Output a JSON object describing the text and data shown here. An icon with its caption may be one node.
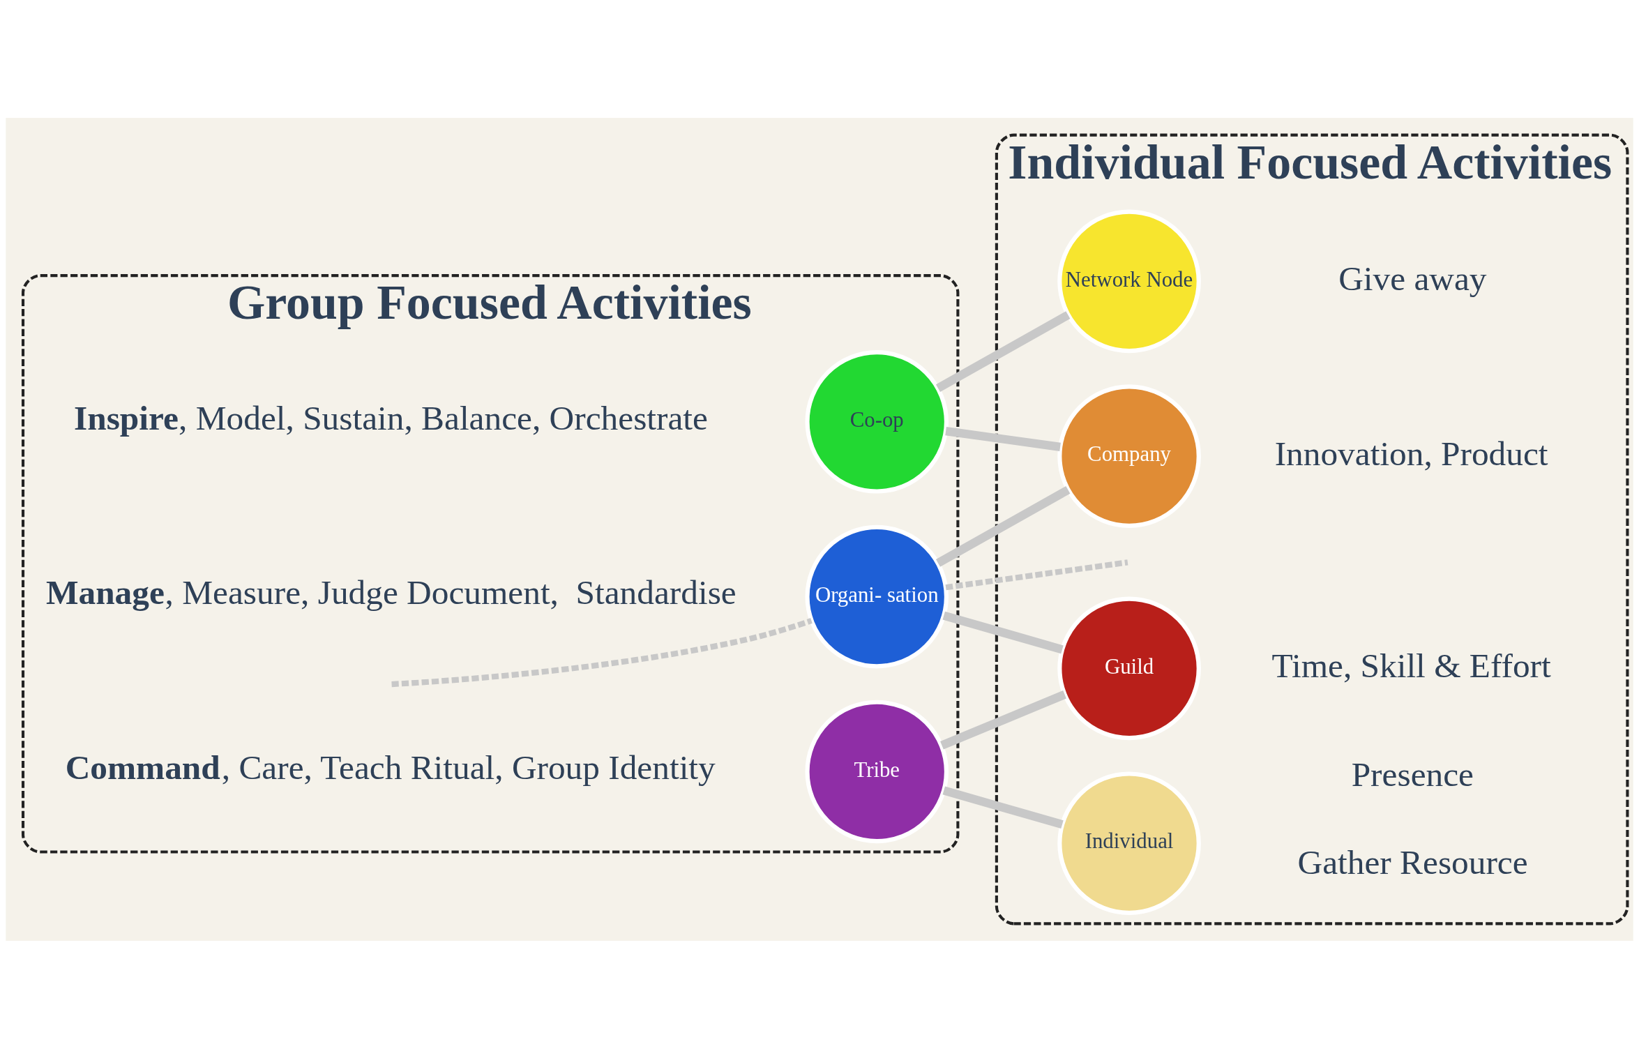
{
  "diagram": {
    "nodes": [
      {
        "text": [
          "Group Focused Activities"
        ]
      },
      {
        "text": [
          "Individual Focused Activities"
        ]
      },
      {
        "text": [
          "Network Node"
        ],
        "in": 1,
        "beside": [
          "Give away"
        ]
      },
      {
        "text": [
          "Co-op"
        ],
        "in": 0,
        "beside": [
          "**Inspire**, Model, Sustain, Balance, Orchestrate"
        ]
      },
      {
        "text": [
          "Company"
        ],
        "in": 1,
        "beside": [
          "Innovation, Product"
        ]
      },
      {
        "text": [
          "Organi- sation"
        ],
        "in": 0,
        "beside": [
          "**Manage**, Measure, Judge Document,  Standardise"
        ]
      },
      {
        "text": [
          "Guild"
        ],
        "in": 1,
        "beside": [
          "Time, Skill & Effort"
        ]
      },
      {
        "text": [
          "Tribe"
        ],
        "in": 0,
        "beside": [
          "**Command**, Care, Teach Ritual, Group Identity"
        ]
      },
      {
        "text": [
          "Individual"
        ],
        "in": 1,
        "beside": [
          "Presence",
          "Gather Resource"
        ]
      }
    ],
    "edges": [
      {
        "from": 2,
        "to": 3,
        "arrow": "none"
      },
      {
        "from": 3,
        "to": 4,
        "arrow": "none"
      },
      {
        "from": 4,
        "to": 5,
        "arrow": "none"
      },
      {
        "from": 5,
        "to": 6,
        "arrow": "none"
      },
      {
        "from": 6,
        "to": 7,
        "arrow": "none"
      },
      {
        "from": 7,
        "to": 8,
        "arrow": "none"
      },
      {
        "from": null,
        "to": 5,
        "arrow": "none",
        "style": "dashed"
      },
      {
        "from": 5,
        "to": null,
        "arrow": "none",
        "style": "dashed"
      }
    ]
  }
}
